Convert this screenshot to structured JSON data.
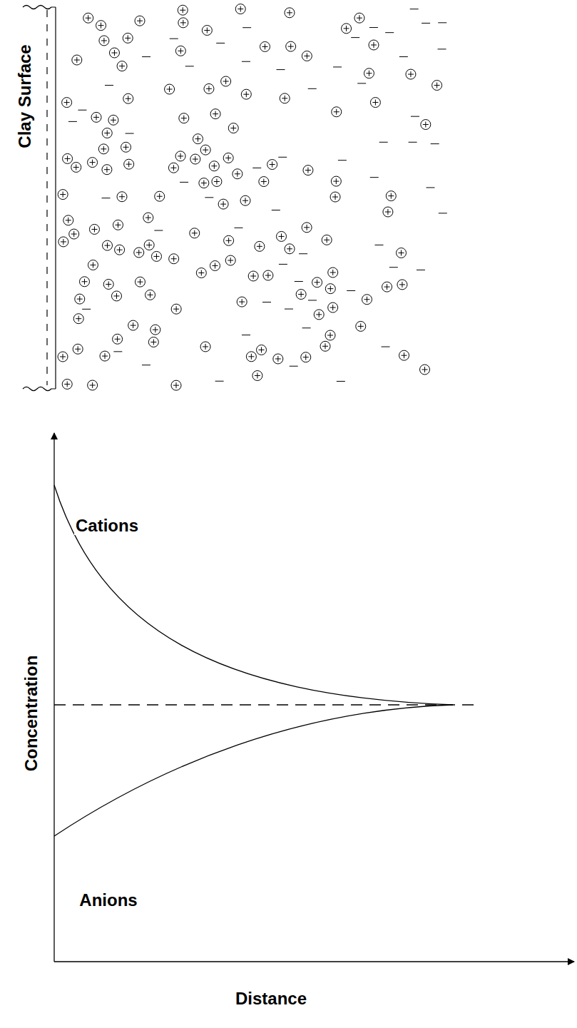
{
  "diagram": {
    "labels": [
      "Clay Surface",
      "Cations",
      "Anions",
      "Concentration",
      "Distance"
    ]
  }
}
